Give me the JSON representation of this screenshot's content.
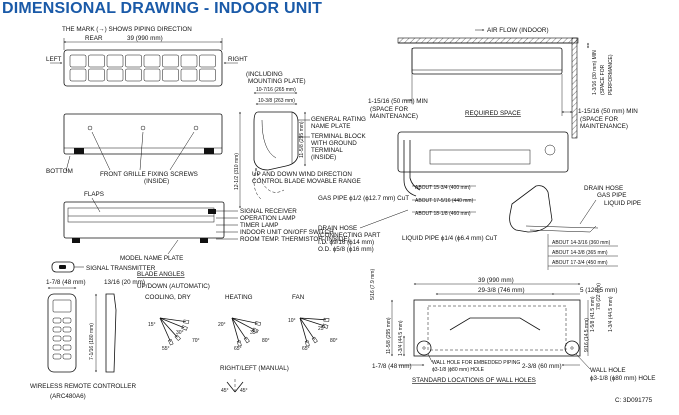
{
  "title": "DIMENSIONAL DRAWING - INDOOR UNIT",
  "labels": {
    "mark_note": "THE MARK (→) SHOWS PIPING DIRECTION",
    "rear": "REAR",
    "width_top": "39 (990 mm)",
    "left": "LEFT",
    "right": "RIGHT",
    "including": "(INCLUDING",
    "mounting_plate": "MOUNTING PLATE)",
    "dim_265": "10-7/16 (265 mm)",
    "dim_263": "10-3/8 (263 mm)",
    "dim_295": "11-5/8 (295 mm)",
    "dim_310": "12-1/2 (310 mm)",
    "general_rating_1": "GENERAL RATING",
    "general_rating_2": "NAME PLATE",
    "terminal_1": "TERMINAL BLOCK",
    "terminal_2": "WITH GROUND",
    "terminal_3": "TERMINAL",
    "terminal_4": "(INSIDE)",
    "bottom": "BOTTOM",
    "front_grille": "FRONT GRILLE FIXING SCREWS",
    "front_grille_inside": "(INSIDE)",
    "up_down": "UP AND DOWN WIND DIRECTION",
    "control_blade": "CONTROL BLADE MOVABLE RANGE",
    "flaps": "FLAPS",
    "signal_receiver": "SIGNAL RECEIVER",
    "operation_lamp": "OPERATION LAMP",
    "timer_lamp": "TIMER LAMP",
    "onoff_switch": "INDOOR UNIT ON/OFF SWITCH",
    "room_temp": "ROOM TEMP. THERMISTOR (INSIDE)",
    "model_name": "MODEL NAME PLATE",
    "air_flow": "AIR FLOW (INDOOR)",
    "min_50_a": "1-15/16 (50 mm) MIN",
    "space_maint_a1": "(SPACE FOR",
    "space_maint_a2": "MAINTENANCE)",
    "required_space": "REQUIRED SPACE",
    "min_30_perf": "1-3/16 (30 mm) MIN",
    "space_perf_1": "(SPACE FOR",
    "space_perf_2": "PERFORMANCE)",
    "min_50_b": "1-15/16 (50 mm) MIN",
    "space_maint_b1": "(SPACE FOR",
    "space_maint_b2": "MAINTENANCE)",
    "about_400": "ABOUT 15-3/4 (400 mm)",
    "about_440": "ABOUT 17-5/16 (440 mm)",
    "about_460": "ABOUT 18-1/8 (460 mm)",
    "gas_pipe_size": "GAS PIPE ϕ1/2 (ϕ12.7 mm) CuT",
    "liquid_pipe_size": "LIQUID PIPE ϕ1/4 (ϕ6.4 mm) CuT",
    "drain_hose_1": "DRAIN HOSE",
    "drain_hose_2": "(CONNECTING PART",
    "drain_hose_3": "I.D. ϕ9/16 (ϕ14 mm)",
    "drain_hose_4": "O.D. ϕ5/8 (ϕ16 mm)",
    "drain_hose_r": "DRAIN HOSE",
    "gas_pipe_r": "GAS PIPE",
    "liquid_pipe_r": "LIQUID PIPE",
    "about_360": "ABOUT 14-3/16 (360 mm)",
    "about_365": "ABOUT 14-3/8 (365 mm)",
    "about_450": "ABOUT 17-3/4 (450 mm)",
    "signal_transmitter": "SIGNAL TRANSMITTER",
    "remote_w": "1-7/8 (48 mm)",
    "remote_d": "13/16 (20 mm)",
    "remote_h": "7-1/16 (180 mm)",
    "remote_label": "WIRELESS REMOTE CONTROLLER",
    "remote_model": "(ARC480A6)",
    "blade_angles": "BLADE ANGLES",
    "updown_auto": "UP/DOWN (AUTOMATIC)",
    "cooling_dry": "COOLING, DRY",
    "heating": "HEATING",
    "fan": "FAN",
    "right_left_manual": "RIGHT/LEFT (MANUAL)",
    "wall_width": "39 (990 mm)",
    "wall_746": "29-3/8 (746 mm)",
    "wall_5": "5 (126.5 mm)",
    "wall_516": "5/16 (7.9 mm)",
    "wall_158": "1-5/8 (41.5 mm)",
    "wall_78": "7/8 (22 mm)",
    "wall_134": "1-3/4 (44.5 mm)",
    "wall_1158": "11-5/8 (295 mm)",
    "wall_1_34": "1-3/4 (44.5 mm)",
    "wall_916": "9/16 (14.5 mm)",
    "wall_178": "1-7/8 (48 mm)",
    "wall_238": "2-3/8 (60 mm)",
    "wall_hole_embed_1": "WALL HOLE FOR EMBEDDED PIPING",
    "wall_hole_embed_2": "ϕ3-1/8 (ϕ80 mm) HOLE",
    "wall_hole_1": "WALL HOLE",
    "wall_hole_2": "ϕ3-1/8 (ϕ80 mm) HOLE",
    "std_locations": "STANDARD LOCATIONS OF WALL HOLES",
    "doc_code": "C: 3D091775"
  },
  "angles": {
    "cool": [
      "15°",
      "30°",
      "55°",
      "70°"
    ],
    "heat": [
      "20°",
      "35°",
      "65°",
      "80°"
    ],
    "fan": [
      "10°",
      "25°",
      "65°",
      "80°"
    ],
    "manual": [
      "45°",
      "45°"
    ]
  }
}
